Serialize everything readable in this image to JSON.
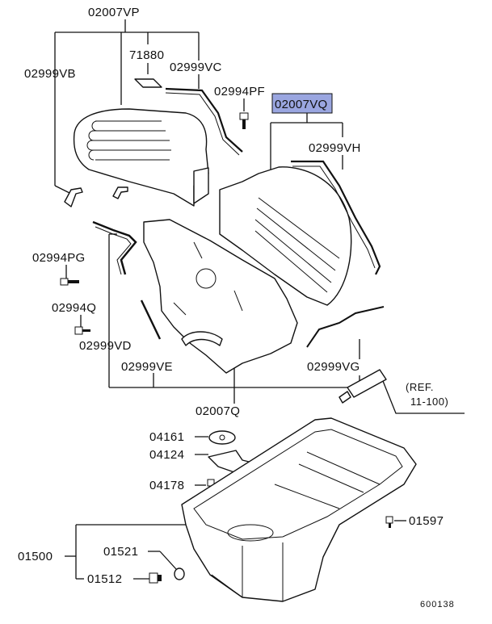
{
  "labels": {
    "p02007VP": "02007VP",
    "p71880": "71880",
    "p02999VB": "02999VB",
    "p02999VC": "02999VC",
    "p02994PF": "02994PF",
    "p02007VQ": "02007VQ",
    "p02999VH": "02999VH",
    "p02994PG": "02994PG",
    "p02994Q": "02994Q",
    "p02999VD": "02999VD",
    "p02999VE": "02999VE",
    "p02999VG": "02999VG",
    "p02007Q": "02007Q",
    "p04161": "04161",
    "p04124": "04124",
    "p04178": "04178",
    "p01597": "01597",
    "p01500": "01500",
    "p01521": "01521",
    "p01512": "01512",
    "ref_line1": "(REF.",
    "ref_line2": "11-100)",
    "figure_number": "600138"
  },
  "colors": {
    "highlight": "#9aa6e0",
    "line": "#111111"
  }
}
